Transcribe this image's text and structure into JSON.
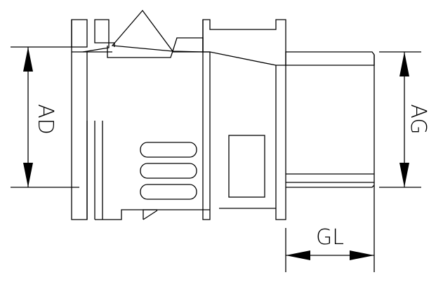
{
  "dimensions": {
    "ad_label": "AD",
    "ag_label": "AG",
    "gl_label": "GL"
  },
  "colors": {
    "line": "#000000",
    "background": "#ffffff"
  }
}
